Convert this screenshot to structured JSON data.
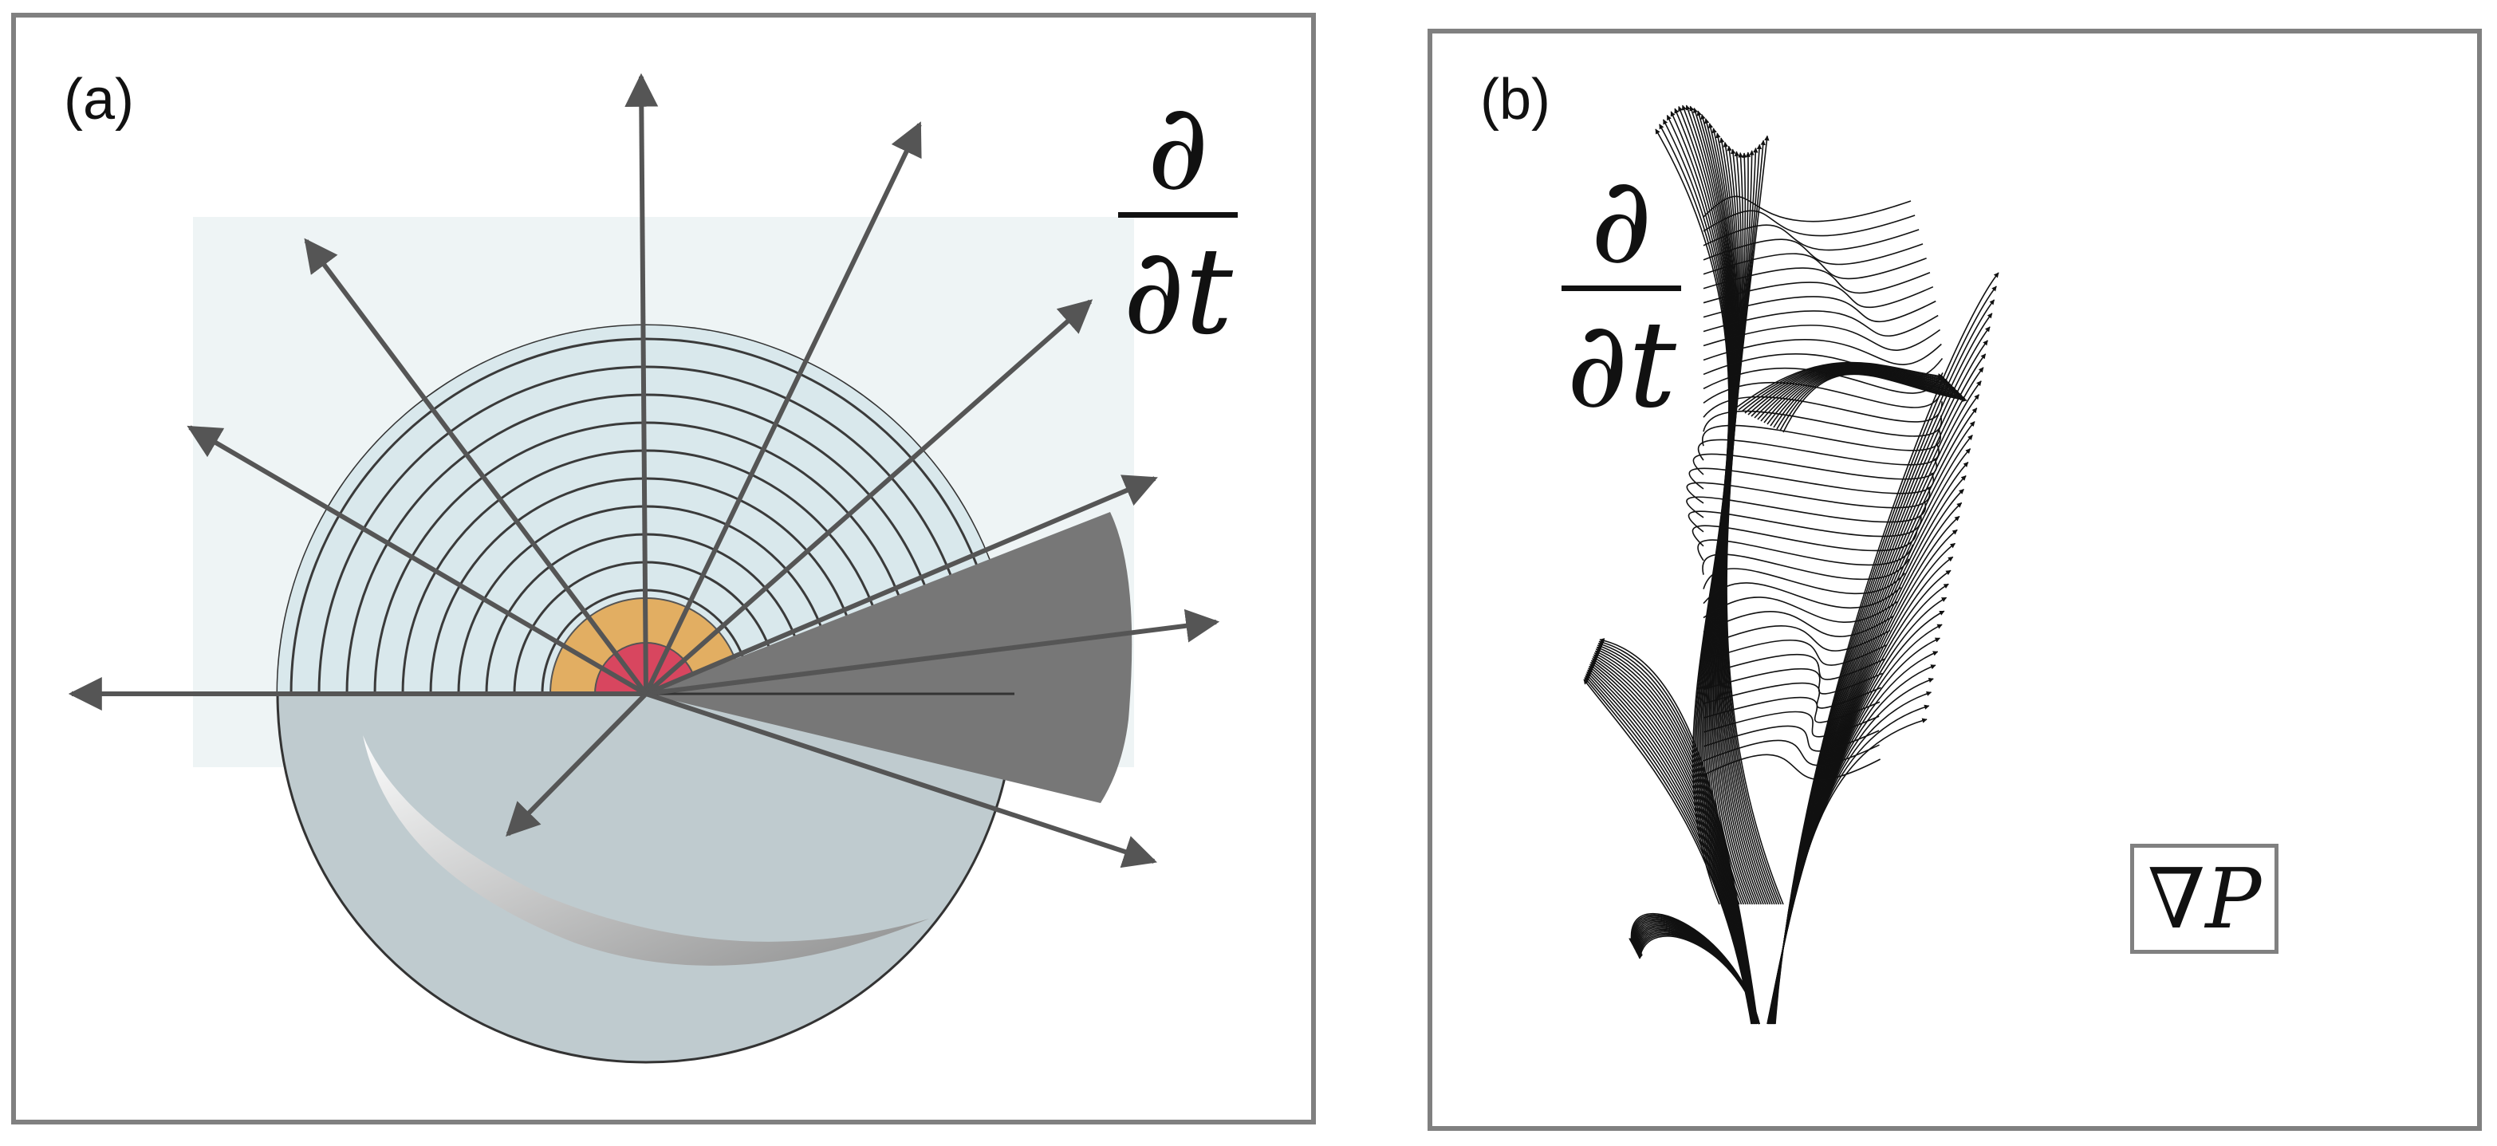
{
  "panel_a": {
    "label": "(a)",
    "derivative": {
      "numerator": "∂",
      "denominator": "∂t"
    }
  },
  "panel_b": {
    "label": "(b)",
    "derivative": {
      "numerator": "∂",
      "denominator": "∂t"
    },
    "gradient_label": "∇P"
  },
  "colors": {
    "frame": "#808080",
    "sphere_top": "#d9e8ec",
    "sphere_bottom": "#bcc8cc",
    "outer_core": "#e2ae62",
    "inner_core": "#d8465f",
    "wedge": "#777777",
    "arrows": "#555555",
    "streamlines": "#111111"
  }
}
